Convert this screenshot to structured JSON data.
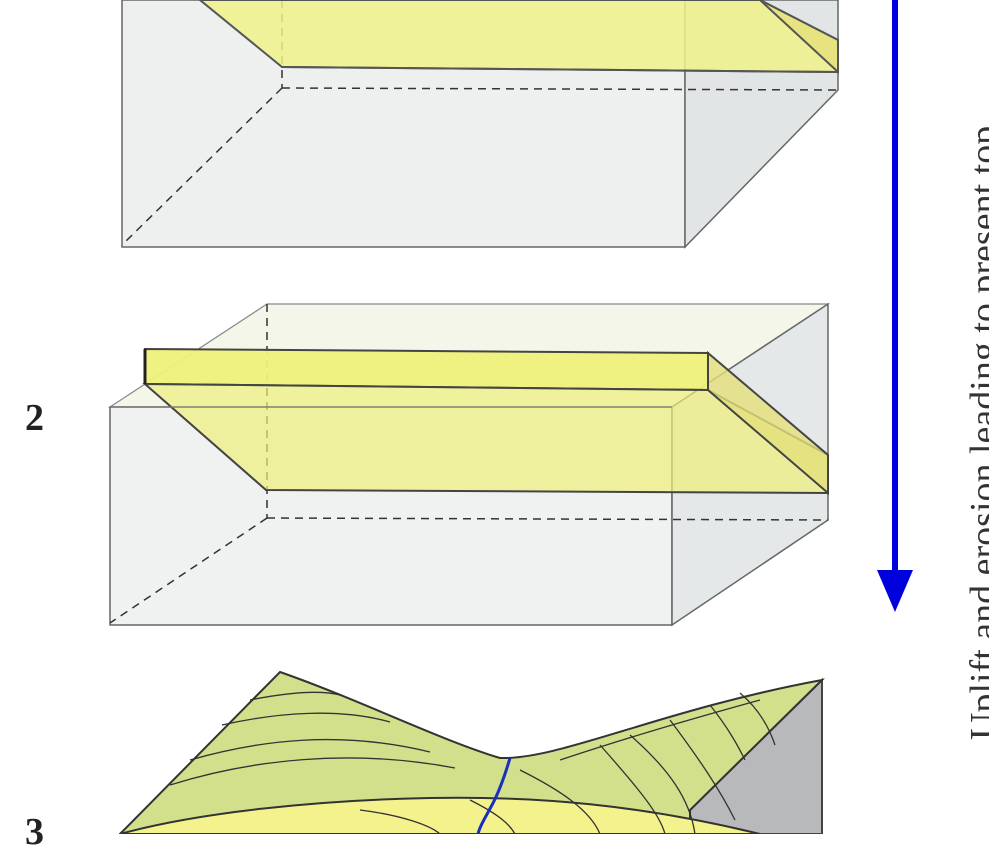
{
  "stages": [
    {
      "label": ""
    },
    {
      "label": "2"
    },
    {
      "label": "3"
    }
  ],
  "arrow": {
    "caption": "Uplift and erosion leading to present top",
    "color": "#0000dd"
  },
  "colors": {
    "block_fill": "#eef0f0",
    "block_side": "#e2e5e5",
    "block_edge": "#555555",
    "layer_yellow": "#eef07a",
    "terrain_green": "#d2e08c",
    "terrain_yellow": "#f3f28c",
    "terrain_gray": "#b8b9bb",
    "river_blue": "#1a2fc0"
  }
}
